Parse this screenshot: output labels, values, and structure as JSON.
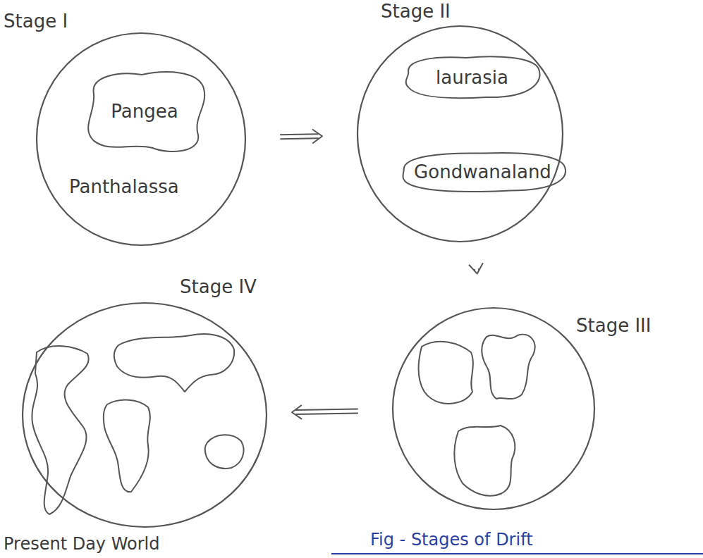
{
  "diagram": {
    "caption": "Fig - Stages of Drift",
    "nodes": [
      {
        "text": [
          "Stage I",
          "Panthalassa"
        ]
      },
      {
        "text": [
          "Pangea"
        ],
        "in": 0
      },
      {
        "text": [
          "Stage II"
        ]
      },
      {
        "text": [
          "laurasia"
        ],
        "in": 2
      },
      {
        "text": [
          "Gondwanaland"
        ],
        "in": 2
      },
      {
        "text": [
          "Stage III"
        ]
      },
      {
        "text": [
          "Stage IV",
          "Present Day World"
        ]
      }
    ],
    "edges": [
      {
        "from": 0,
        "to": 2,
        "arrow": "to"
      },
      {
        "from": 2,
        "to": 5,
        "arrow": "to"
      },
      {
        "from": 5,
        "to": 6,
        "arrow": "to"
      }
    ]
  }
}
